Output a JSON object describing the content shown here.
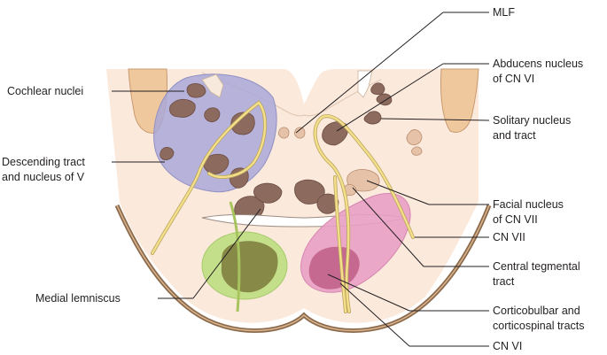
{
  "labels": {
    "mlf": "MLF",
    "abducens_1": "Abducens nucleus",
    "abducens_2": "of CN VI",
    "solitary_1": "Solitary nucleus",
    "solitary_2": "and tract",
    "cochlear": "Cochlear nuclei",
    "desc_1": "Descending tract",
    "desc_2": "and nucleus of V",
    "facial_1": "Facial nucleus",
    "facial_2": "of CN VII",
    "cn7": "CN VII",
    "ctt_1": "Central tegmental",
    "ctt_2": "tract",
    "medial_lemniscus": "Medial lemniscus",
    "cortico_1": "Corticobulbar and",
    "cortico_2": "corticospinal tracts",
    "cn6": "CN VI"
  },
  "colors": {
    "tissue": "#fbe9dc",
    "border": "#8b6a4c",
    "cochlear_region": "#a9a8d8",
    "medial_lemniscus": "#c4df8a",
    "corticospinal": "#e8a0c4",
    "nerve": "#f4e08a",
    "nucleus": "#8c6a5e"
  }
}
